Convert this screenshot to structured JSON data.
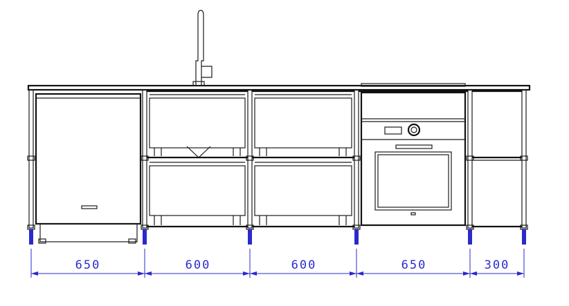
{
  "drawing": {
    "kind": "kitchen-elevation",
    "line_color": "#111111",
    "dimension_color": "#2a2acc",
    "modules": [
      {
        "name": "dishwasher",
        "width_label": "650"
      },
      {
        "name": "sink-cabinet",
        "width_label": "600"
      },
      {
        "name": "drawer-cabinet",
        "width_label": "600"
      },
      {
        "name": "oven-cabinet",
        "width_label": "650"
      },
      {
        "name": "open-shelf",
        "width_label": "300"
      }
    ]
  }
}
